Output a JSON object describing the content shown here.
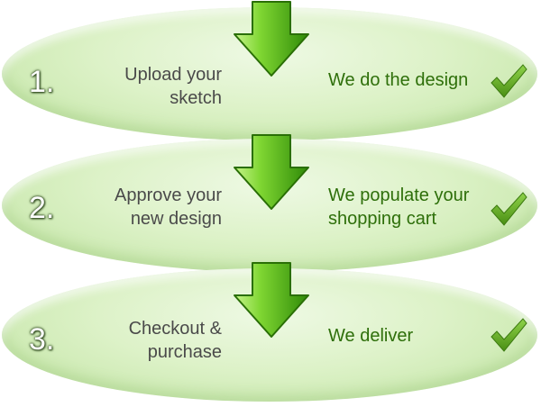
{
  "steps": [
    {
      "number": "1.",
      "left_line1": "Upload your",
      "left_line2": "sketch",
      "right_line1": "We do the design",
      "right_line2": ""
    },
    {
      "number": "2.",
      "left_line1": "Approve your",
      "left_line2": "new design",
      "right_line1": "We populate your",
      "right_line2": "shopping cart"
    },
    {
      "number": "3.",
      "left_line1": "Checkout &",
      "left_line2": "purchase",
      "right_line1": "We deliver",
      "right_line2": ""
    }
  ],
  "colors": {
    "arrow_light": "#8fe040",
    "arrow_dark": "#3d9a0c",
    "check": "#5aa01e",
    "right_text": "#2e6f0a"
  },
  "icons": {
    "arrow": "down-arrow-icon",
    "check": "checkmark-icon"
  }
}
